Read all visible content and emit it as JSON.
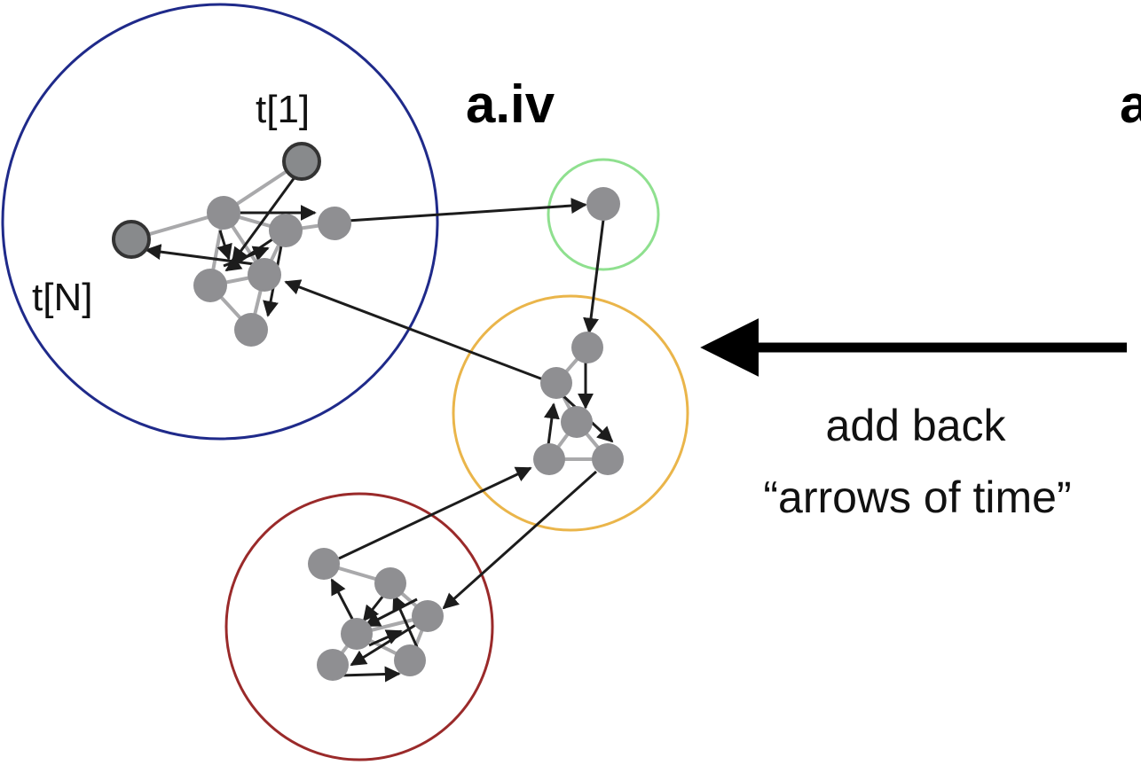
{
  "panel_label_current": "a.iv",
  "panel_label_next_partial": "a",
  "start_label": "t[1]",
  "end_label": "t[N]",
  "caption_line1": "add back",
  "caption_line2": "“arrows of time”",
  "colors": {
    "cluster_blue": "#1f2a8a",
    "cluster_green": "#8fe08f",
    "cluster_orange": "#eab54a",
    "cluster_red": "#9a2a2a",
    "node_fill": "#8f8f92",
    "arrow": "#1c1c1c"
  }
}
